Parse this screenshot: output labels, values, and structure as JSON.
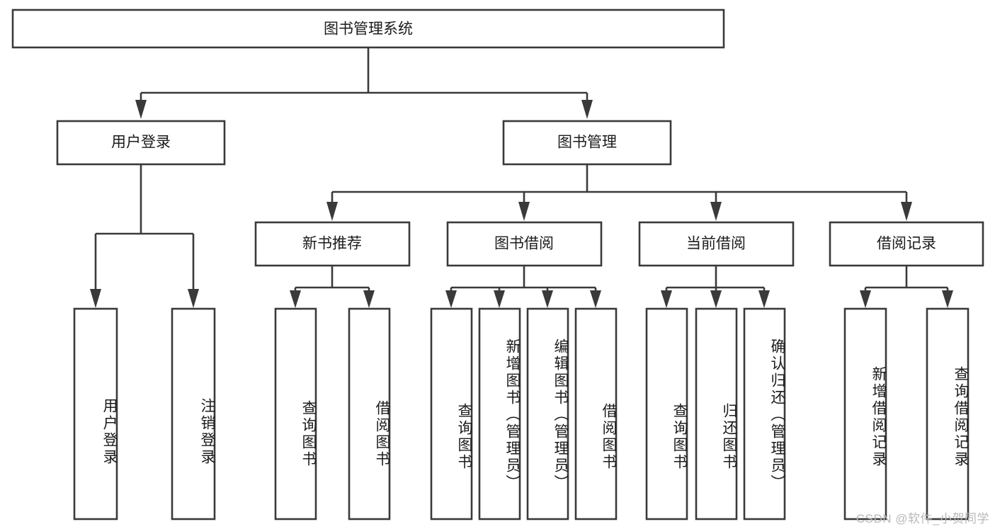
{
  "diagram": {
    "title": "图书管理系统",
    "type": "tree-hierarchy-chart",
    "watermark": "CSDN @软件_小贺同学",
    "colors": {
      "box_stroke": "#3a3a3a",
      "box_fill": "#ffffff",
      "connector": "#3a3a3a",
      "text": "#1b1b1b",
      "watermark": "#b9b9b9",
      "background": "#ffffff"
    },
    "root": {
      "id": "root",
      "label": "图书管理系统",
      "orientation": "horizontal"
    },
    "level2": [
      {
        "id": "user-login",
        "label": "用户登录",
        "orientation": "horizontal"
      },
      {
        "id": "book-management",
        "label": "图书管理",
        "orientation": "horizontal"
      }
    ],
    "level3": [
      {
        "id": "new-book-recommend",
        "label": "新书推荐",
        "parent": "book-management",
        "orientation": "horizontal"
      },
      {
        "id": "book-borrow",
        "label": "图书借阅",
        "parent": "book-management",
        "orientation": "horizontal"
      },
      {
        "id": "current-borrow",
        "label": "当前借阅",
        "parent": "book-management",
        "orientation": "horizontal"
      },
      {
        "id": "borrow-record",
        "label": "借阅记录",
        "parent": "book-management",
        "orientation": "horizontal"
      }
    ],
    "leaves": [
      {
        "id": "leaf-user-login",
        "label": "用户登录",
        "parent": "user-login",
        "orientation": "vertical"
      },
      {
        "id": "leaf-user-logout",
        "label": "注销登录",
        "parent": "user-login",
        "orientation": "vertical"
      },
      {
        "id": "leaf-query-book-1",
        "label": "查询图书",
        "parent": "new-book-recommend",
        "orientation": "vertical"
      },
      {
        "id": "leaf-borrow-book-1",
        "label": "借阅图书",
        "parent": "new-book-recommend",
        "orientation": "vertical"
      },
      {
        "id": "leaf-query-book-2",
        "label": "查询图书",
        "parent": "book-borrow",
        "orientation": "vertical"
      },
      {
        "id": "leaf-add-book",
        "label": "新增图书（管理员）",
        "parent": "book-borrow",
        "orientation": "vertical"
      },
      {
        "id": "leaf-edit-book",
        "label": "编辑图书（管理员）",
        "parent": "book-borrow",
        "orientation": "vertical"
      },
      {
        "id": "leaf-borrow-book-2",
        "label": "借阅图书",
        "parent": "book-borrow",
        "orientation": "vertical"
      },
      {
        "id": "leaf-query-book-3",
        "label": "查询图书",
        "parent": "current-borrow",
        "orientation": "vertical"
      },
      {
        "id": "leaf-return-book",
        "label": "归还图书",
        "parent": "current-borrow",
        "orientation": "vertical"
      },
      {
        "id": "leaf-confirm-return",
        "label": "确认归还（管理员）",
        "parent": "current-borrow",
        "orientation": "vertical"
      },
      {
        "id": "leaf-add-record",
        "label": "新增借阅记录",
        "parent": "borrow-record",
        "orientation": "vertical"
      },
      {
        "id": "leaf-query-record",
        "label": "查询借阅记录",
        "parent": "borrow-record",
        "orientation": "vertical"
      }
    ]
  },
  "chart_data": {
    "type": "tree",
    "title": "图书管理系统",
    "nodes": [
      {
        "id": "root",
        "label": "图书管理系统",
        "level": 0,
        "parent": null
      },
      {
        "id": "user-login",
        "label": "用户登录",
        "level": 1,
        "parent": "root"
      },
      {
        "id": "book-management",
        "label": "图书管理",
        "level": 1,
        "parent": "root"
      },
      {
        "id": "leaf-user-login",
        "label": "用户登录",
        "level": 2,
        "parent": "user-login"
      },
      {
        "id": "leaf-user-logout",
        "label": "注销登录",
        "level": 2,
        "parent": "user-login"
      },
      {
        "id": "new-book-recommend",
        "label": "新书推荐",
        "level": 2,
        "parent": "book-management"
      },
      {
        "id": "book-borrow",
        "label": "图书借阅",
        "level": 2,
        "parent": "book-management"
      },
      {
        "id": "current-borrow",
        "label": "当前借阅",
        "level": 2,
        "parent": "book-management"
      },
      {
        "id": "borrow-record",
        "label": "借阅记录",
        "level": 2,
        "parent": "book-management"
      },
      {
        "id": "leaf-query-book-1",
        "label": "查询图书",
        "level": 3,
        "parent": "new-book-recommend"
      },
      {
        "id": "leaf-borrow-book-1",
        "label": "借阅图书",
        "level": 3,
        "parent": "new-book-recommend"
      },
      {
        "id": "leaf-query-book-2",
        "label": "查询图书",
        "level": 3,
        "parent": "book-borrow"
      },
      {
        "id": "leaf-add-book",
        "label": "新增图书（管理员）",
        "level": 3,
        "parent": "book-borrow"
      },
      {
        "id": "leaf-edit-book",
        "label": "编辑图书（管理员）",
        "level": 3,
        "parent": "book-borrow"
      },
      {
        "id": "leaf-borrow-book-2",
        "label": "借阅图书",
        "level": 3,
        "parent": "book-borrow"
      },
      {
        "id": "leaf-query-book-3",
        "label": "查询图书",
        "level": 3,
        "parent": "current-borrow"
      },
      {
        "id": "leaf-return-book",
        "label": "归还图书",
        "level": 3,
        "parent": "current-borrow"
      },
      {
        "id": "leaf-confirm-return",
        "label": "确认归还（管理员）",
        "level": 3,
        "parent": "current-borrow"
      },
      {
        "id": "leaf-add-record",
        "label": "新增借阅记录",
        "level": 3,
        "parent": "borrow-record"
      },
      {
        "id": "leaf-query-record",
        "label": "查询借阅记录",
        "level": 3,
        "parent": "borrow-record"
      }
    ],
    "edges": [
      [
        "root",
        "user-login"
      ],
      [
        "root",
        "book-management"
      ],
      [
        "user-login",
        "leaf-user-login"
      ],
      [
        "user-login",
        "leaf-user-logout"
      ],
      [
        "book-management",
        "new-book-recommend"
      ],
      [
        "book-management",
        "book-borrow"
      ],
      [
        "book-management",
        "current-borrow"
      ],
      [
        "book-management",
        "borrow-record"
      ],
      [
        "new-book-recommend",
        "leaf-query-book-1"
      ],
      [
        "new-book-recommend",
        "leaf-borrow-book-1"
      ],
      [
        "book-borrow",
        "leaf-query-book-2"
      ],
      [
        "book-borrow",
        "leaf-add-book"
      ],
      [
        "book-borrow",
        "leaf-edit-book"
      ],
      [
        "book-borrow",
        "leaf-borrow-book-2"
      ],
      [
        "current-borrow",
        "leaf-query-book-3"
      ],
      [
        "current-borrow",
        "leaf-return-book"
      ],
      [
        "current-borrow",
        "leaf-confirm-return"
      ],
      [
        "borrow-record",
        "leaf-add-record"
      ],
      [
        "borrow-record",
        "leaf-query-record"
      ]
    ]
  }
}
